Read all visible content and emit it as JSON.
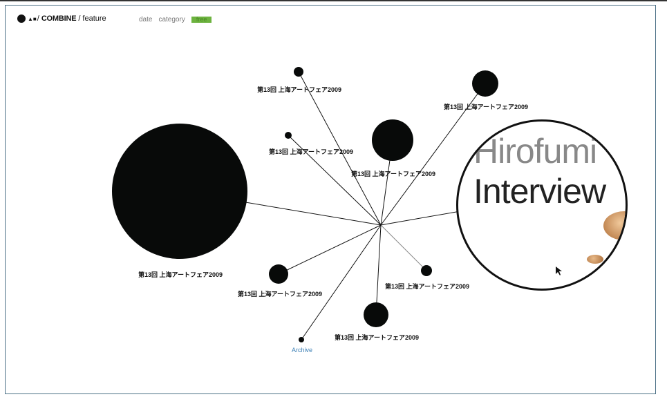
{
  "header": {
    "brand": "COMBINE",
    "section": "feature",
    "sep": "/"
  },
  "nav": {
    "date": "date",
    "category": "category",
    "free": "free"
  },
  "nodes": [
    {
      "label": "第13回 上海アートフェア2009"
    },
    {
      "label": "第13回 上海アートフェア2009"
    },
    {
      "label": "第13回 上海アートフェア2009"
    },
    {
      "label": "第13回 上海アートフェア2009"
    },
    {
      "label": "第13回 上海アートフェア2009"
    },
    {
      "label": "第13回 上海アートフェア2009"
    },
    {
      "label": "第13回 上海アートフェア2009"
    },
    {
      "label": "第13回 上海アートフェア2009"
    }
  ],
  "archive": "Archive",
  "feature": {
    "title1": "Hirofumi",
    "title2": "Interview"
  },
  "colors": {
    "accent": "#6db33f",
    "link": "#3b7fb5",
    "frame": "#4a6f85"
  }
}
